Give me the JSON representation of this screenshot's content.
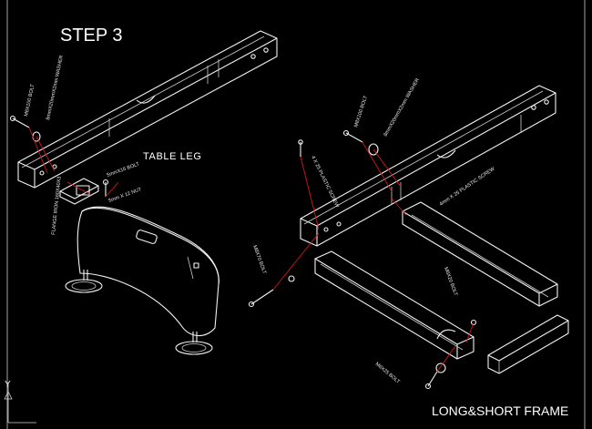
{
  "step_title": "STEP 3",
  "part_label": "TABLE LEG",
  "frame_label": "LONG&SHORT FRAME",
  "axis_label": "Y",
  "callouts": {
    "bolt_left": "M8X100 BOLT",
    "washer_left": "8mmX20mmX2mm WASHER",
    "bolt_small": "5mmX16 BOLT",
    "nut_small": "5mm X 12 NUT",
    "flange_iron": "FLANGE IRON 160X40X3",
    "bolt_center": "M8X100 BOLT",
    "washer_center": "8mmX20mmX2mm WASHER",
    "screw_center": "4 X 25 PLASTIC SCREW",
    "bolt_mid": "M8X70 BOLT",
    "screw_right": "4mm X 25 PLASTIC SCREW",
    "bolt_right": "M6X20 BOLT",
    "bolt_bottom": "M6X25 BOLT"
  },
  "colors": {
    "background": "#000000",
    "lines": "#f2f2f2",
    "leader": "#d01818"
  }
}
